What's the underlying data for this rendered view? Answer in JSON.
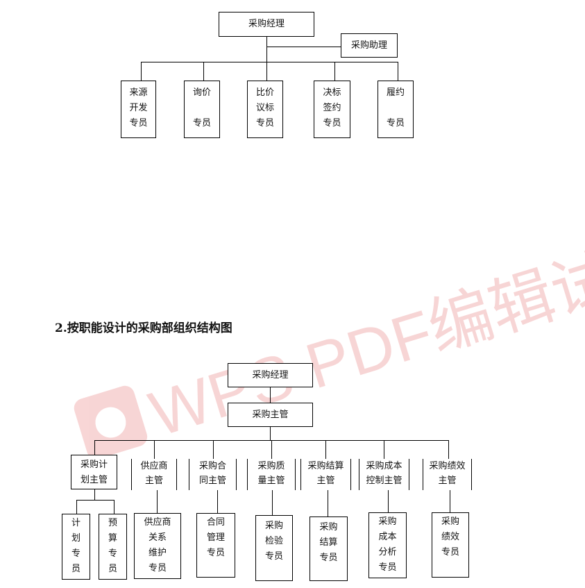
{
  "chart1": {
    "manager": "采购经理",
    "assistant": "采购助理",
    "specialists": [
      "来源\n开发\n专员",
      "询价\n\n专员",
      "比价\n议标\n专员",
      "决标\n签约\n专员",
      "履约\n\n专员"
    ]
  },
  "section_title": "2.按职能设计的采购部组织结构图",
  "chart2": {
    "manager": "采购经理",
    "supervisor": "采购主管",
    "departments": [
      "采购计\n划主管",
      "供应商\n主管",
      "采购合\n同主管",
      "采购质\n量主管",
      "采购结算\n主管",
      "采购成本\n控制主管",
      "采购绩效\n主管"
    ],
    "staff": [
      "计\n划\n专\n员",
      "预\n算\n专\n员",
      "供应商\n关系\n维护\n专员",
      "合同\n管理\n专员",
      "采购\n检验\n专员",
      "采购\n结算\n专员",
      "采购\n成本\n分析\n专员",
      "采购\n绩效\n专员"
    ]
  },
  "watermark": "WPS PDF编辑试用"
}
